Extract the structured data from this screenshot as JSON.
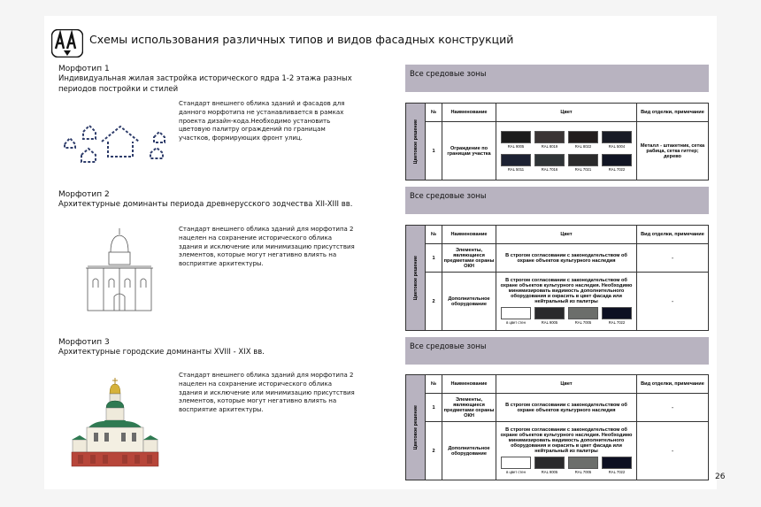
{
  "header": {
    "title": "Схемы использования различных типов и видов фасадных конструкций",
    "page_number": "26"
  },
  "morphotypes": [
    {
      "name": "Морфотип 1",
      "description": "Индивидуальная жилая застройка исторического ядра 1-2 этажа разных периодов постройки и стилей",
      "text": "Стандарт внешнего облика зданий и фасадов для данного морфотипа не устанавливается в рамках проекта дизайн-кода.Необходимо установить цветовую палитру ограждений по границам участков, формирующих фронт улиц."
    },
    {
      "name": "Морфотип 2",
      "description": "Архитектурные доминанты периода древнерусского зодчества XII-XIII вв.",
      "text": "Стандарт внешнего облика зданий для морфотипа 2 нацелен на сохранение исторического облика здания и исключение или минимизацию присутствия элементов, которые могут негативно влиять на восприятие архитектуры."
    },
    {
      "name": "Морфотип 3",
      "description": "Архитектурные городские доминанты XVIII - XIX вв.",
      "text": "Стандарт внешнего облика зданий для морфотипа 2 нацелен на сохранение исторического облика здания и исключение или минимизацию присутствия элементов, которые могут негативно влиять на восприятие архитектуры."
    }
  ],
  "zone_label": "Все средовые зоны",
  "table_headers": {
    "side": "Цветовое решение",
    "no": "№",
    "name": "Наименование",
    "color": "Цвет",
    "finish": "Вид отделки, примечание"
  },
  "table1": {
    "row": {
      "no": "1",
      "name": "Ограждение по границам участка",
      "swatches_top": [
        {
          "label": "RAL 9005",
          "color": "#1c1c1c"
        },
        {
          "label": "RAL 8019",
          "color": "#3a3434"
        },
        {
          "label": "RAL 8022",
          "color": "#221d1d"
        },
        {
          "label": "RAL 5004",
          "color": "#181b25"
        }
      ],
      "swatches_bottom": [
        {
          "label": "RAL 5011",
          "color": "#1d2233"
        },
        {
          "label": "RAL 7016",
          "color": "#2f3437"
        },
        {
          "label": "RAL 7021",
          "color": "#2a2a2b"
        },
        {
          "label": "RAL 7022",
          "color": "#111524"
        }
      ],
      "finish": "Металл - штакетник, сетка рабица, сетка гиттер; дерево"
    }
  },
  "table2": {
    "row1": {
      "no": "1",
      "name": "Элементы, являющиеся предметами охраны ОКН",
      "color_text": "В строгом согласовании с законодательством об охране объектов культурного наследия",
      "finish": "-"
    },
    "row2": {
      "no": "2",
      "name": "Дополнительное оборудование",
      "color_text": "В строгом согласовании с законодательством об охране объектов культурного наследия. Необходимо минимизировать видимость дополнительного оборудования и окрасить в цвет фасада или нейтральный из палитры",
      "swatches": [
        {
          "label": "в цвет стен",
          "color": "#ffffff"
        },
        {
          "label": "RAL 9005",
          "color": "#2a2a2c"
        },
        {
          "label": "RAL 7005",
          "color": "#6c6e6b"
        },
        {
          "label": "RAL 7022",
          "color": "#0d1022"
        }
      ],
      "finish": "-"
    }
  },
  "table3": {
    "row1": {
      "no": "1",
      "name": "Элементы, являющиеся предметами охраны ОКН",
      "color_text": "В строгом согласовании с законодательством об охране объектов культурного наследия",
      "finish": "-"
    },
    "row2": {
      "no": "2",
      "name": "Дополнительное оборудование",
      "color_text": "В строгом согласовании с законодательством об охране объектов культурного наследия. Необходимо минимизировать видимость дополнительного оборудования и окрасить в цвет фасада или нейтральный из палитры",
      "swatches": [
        {
          "label": "в цвет стен",
          "color": "#ffffff"
        },
        {
          "label": "RAL 9005",
          "color": "#2a2a2c"
        },
        {
          "label": "RAL 7005",
          "color": "#6c6e6b"
        },
        {
          "label": "RAL 7022",
          "color": "#0d1022"
        }
      ],
      "finish": "-"
    }
  }
}
